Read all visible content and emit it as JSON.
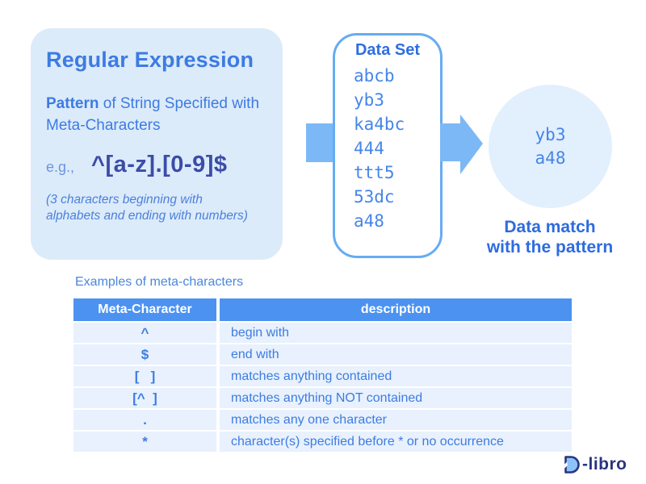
{
  "regex_panel": {
    "title": "Regular Expression",
    "subtitle_bold": "Pattern",
    "subtitle_rest": " of String Specified with Meta-Characters",
    "example_label": "e.g.,",
    "pattern": "^[a-z].[0-9]$",
    "note_line1": "(3 characters beginning with",
    "note_line2": "alphabets and ending with numbers)"
  },
  "dataset_panel": {
    "title": "Data Set",
    "items": [
      "abcb",
      "yb3",
      "ka4bc",
      "444",
      "ttt5",
      "53dc",
      "a48"
    ]
  },
  "result": {
    "matches": [
      "yb3",
      "a48"
    ],
    "caption_line1": "Data match",
    "caption_line2": "with the pattern"
  },
  "table": {
    "caption": "Examples of meta-characters",
    "headers": [
      "Meta-Character",
      "description"
    ],
    "rows": [
      {
        "meta": "^",
        "description": "begin with"
      },
      {
        "meta": "$",
        "description": "end with"
      },
      {
        "meta": "[   ]",
        "description": "matches anything contained"
      },
      {
        "meta": "[^  ]",
        "description": "matches anything NOT contained"
      },
      {
        "meta": ".",
        "description": "matches any one character"
      },
      {
        "meta": "*",
        "description": "character(s) specified before * or no occurrence"
      }
    ]
  },
  "logo": {
    "text": "-libro"
  },
  "colors": {
    "panel_bg": "#dcebfa",
    "heading_blue": "#3d7be2",
    "pattern_navy": "#3b4ca8",
    "note_blue": "#4b80db",
    "dataset_border": "#66acf2",
    "dataset_title_blue": "#2e6fe0",
    "mono_item_blue": "#4585e9",
    "arrow_blue": "#7cb8f6",
    "circle_bg": "#e2effc",
    "caption_navy": "#2e6bdf",
    "table_header_bg": "#4c92f0",
    "table_row_bg": "#e8f1fd",
    "table_text_blue": "#3d7ce2",
    "logo_navy": "#2a3480"
  }
}
